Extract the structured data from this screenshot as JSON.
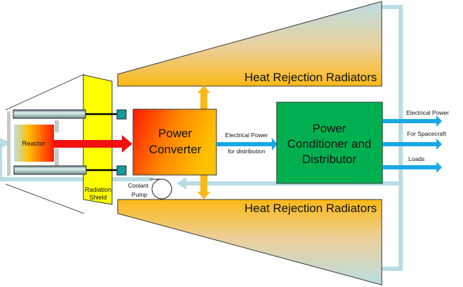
{
  "diagram": {
    "title": "Nuclear power system block diagram",
    "reactor": {
      "label": "Reactor"
    },
    "radiation_shield": {
      "label_line1": "Radiation",
      "label_line2": "Shield"
    },
    "power_converter": {
      "label_line1": "Power",
      "label_line2": "Converter"
    },
    "power_conditioner": {
      "label_line1": "Power",
      "label_line2": "Conditioner and",
      "label_line3": "Distributor"
    },
    "radiator_top": {
      "label": "Heat Rejection Radiators"
    },
    "radiator_bottom": {
      "label": "Heat Rejection Radiators"
    },
    "coolant_pump": {
      "label_line1": "Coolant",
      "label_line2": "Pump"
    },
    "distribution_flow": {
      "label_line1": "Electrical Power",
      "label_line2": "for distribution"
    },
    "output_flow": {
      "label_line1": "Electrical Power",
      "label_line2": "For Spacecraft",
      "label_line3": "Loads"
    },
    "colors": {
      "coolant_loop": "#b9dde4",
      "electric_arrow": "#1aa7e6",
      "heat_arrow": "#fbb917",
      "reactor_arrow": "#f01010",
      "conditioner": "#00b050",
      "shield": "#ffff00",
      "connector": "#139a9a"
    }
  }
}
